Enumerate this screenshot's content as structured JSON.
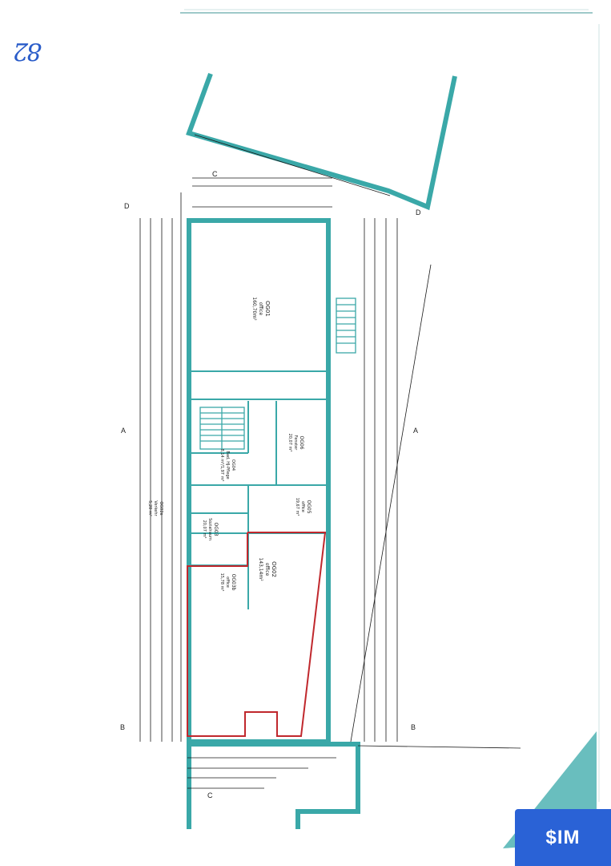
{
  "handwriting": "82",
  "sections": {
    "A_left": "A",
    "A_right": "A",
    "B_left": "B",
    "B_right": "B",
    "C_top": "C",
    "C_bottom": "C",
    "D_left": "D",
    "D_right": "D"
  },
  "rooms": [
    {
      "code": "OG01",
      "use": "office",
      "area": "160,70m²"
    },
    {
      "code": "OG06",
      "use": "Fenster",
      "area": "20,07 m²"
    },
    {
      "code": "OG05",
      "use": "office",
      "area": "19,67 m²"
    },
    {
      "code": "OG04",
      "use": "Bad, HJ-Pflege",
      "area": "8,14 m²/1,97 m²"
    },
    {
      "code": "OG03",
      "use": "Sozialraum",
      "area": "20,07 m²"
    },
    {
      "code": "OG02",
      "use": "office",
      "area": "143,14m²"
    },
    {
      "code": "OG03b",
      "use": "office",
      "area": "15,78 m²"
    },
    {
      "code": "OG02a",
      "use": "Verkehr",
      "area": "5,20 m²"
    }
  ],
  "highlight_color": "#c0282d",
  "wall_color": "#3aa8a8",
  "logo": {
    "text": "IM",
    "symbol": "$",
    "bg": "#2a62d6"
  }
}
